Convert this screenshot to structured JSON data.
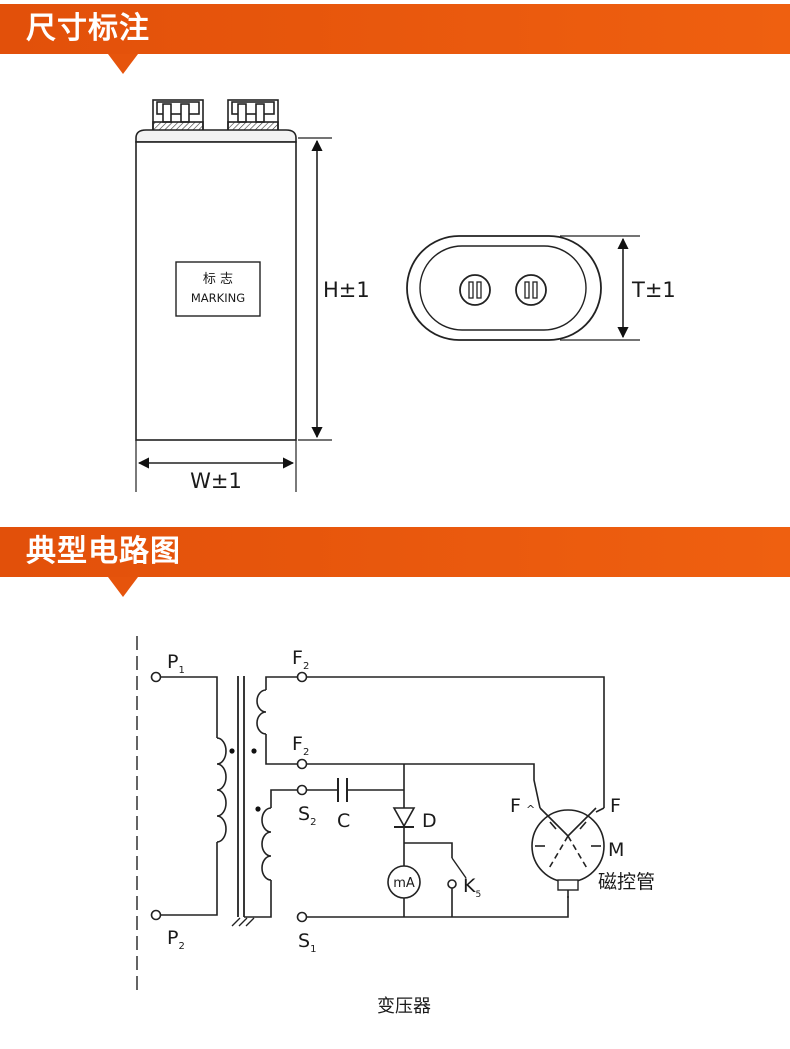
{
  "sections": {
    "dimensions_title": "尺寸标注",
    "circuit_title": "典型电路图"
  },
  "dimension_drawing": {
    "marking_cn": "标 志",
    "marking_en": "MARKING",
    "height_label": "H±1",
    "width_label": "W±1",
    "thickness_label": "T±1"
  },
  "circuit": {
    "P1": "P",
    "P1_sub": "1",
    "P2": "P",
    "P2_sub": "2",
    "F2_top": "F",
    "F2_top_sub": "2",
    "F2_mid": "F",
    "F2_mid_sub": "2",
    "S2": "S",
    "S2_sub": "2",
    "S1": "S",
    "S1_sub": "1",
    "capacitor": "C",
    "diode": "D",
    "meter": "mA",
    "switch": "K",
    "switch_sub": "5",
    "magnetron_F_left": "F",
    "magnetron_F_right": "F",
    "magnetron_M": "M",
    "magnetron_name": "磁控管",
    "transformer_name": "变压器"
  }
}
